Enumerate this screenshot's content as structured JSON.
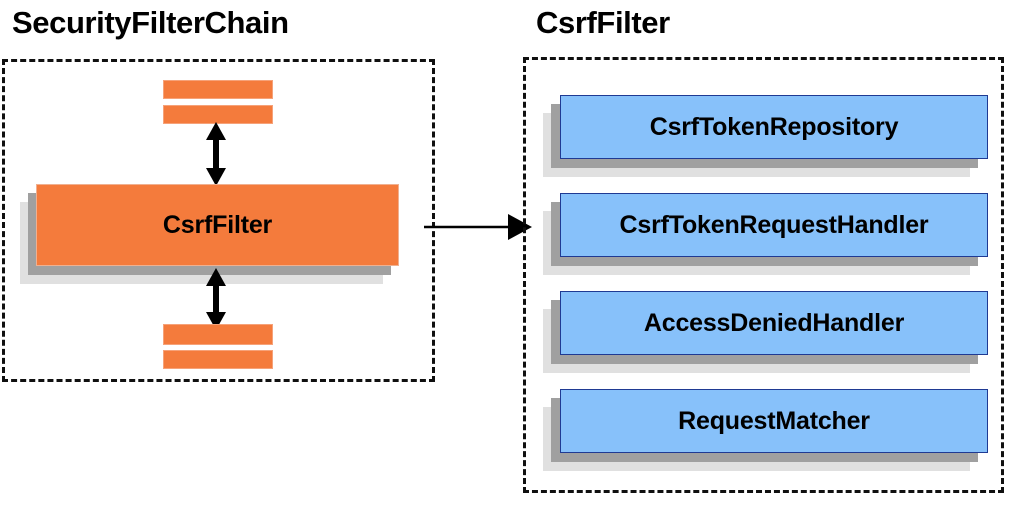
{
  "diagram": {
    "type": "architecture-block-diagram",
    "background_color": "#ffffff",
    "palette": {
      "orange_fill": "#f47b3c",
      "orange_border": "#f6a279",
      "blue_fill": "#87c1fa",
      "blue_border": "#1f3a93",
      "shadow_dark": "#a0a0a0",
      "shadow_light": "#e0e0e0",
      "outline": "#101010",
      "text": "#000000"
    },
    "panels": [
      {
        "id": "security-filter-chain",
        "title": "SecurityFilterChain",
        "border_style": "dashed"
      },
      {
        "id": "csrf-filter-detail",
        "title": "CsrfFilter",
        "border_style": "dashed"
      }
    ],
    "left_panel": {
      "title": "SecurityFilterChain",
      "upper_bars": [
        {
          "name": "filter-bar-upper-1"
        },
        {
          "name": "filter-bar-upper-2"
        }
      ],
      "highlighted_filter": {
        "label": "CsrfFilter",
        "fill": "#f47b3c"
      },
      "lower_bars": [
        {
          "name": "filter-bar-lower-1"
        },
        {
          "name": "filter-bar-lower-2"
        }
      ],
      "connectors": [
        {
          "name": "chain-link-above",
          "style": "double-headed-vertical-arrow"
        },
        {
          "name": "chain-link-below",
          "style": "double-headed-vertical-arrow"
        }
      ]
    },
    "right_panel": {
      "title": "CsrfFilter",
      "collaborators": [
        {
          "label": "CsrfTokenRepository"
        },
        {
          "label": "CsrfTokenRequestHandler"
        },
        {
          "label": "AccessDeniedHandler"
        },
        {
          "label": "RequestMatcher"
        }
      ]
    },
    "cross_panel_connector": {
      "name": "expand-arrow",
      "style": "single-headed-horizontal-arrow",
      "from": "CsrfFilter",
      "to": "CsrfFilter detail panel",
      "label": ""
    }
  }
}
